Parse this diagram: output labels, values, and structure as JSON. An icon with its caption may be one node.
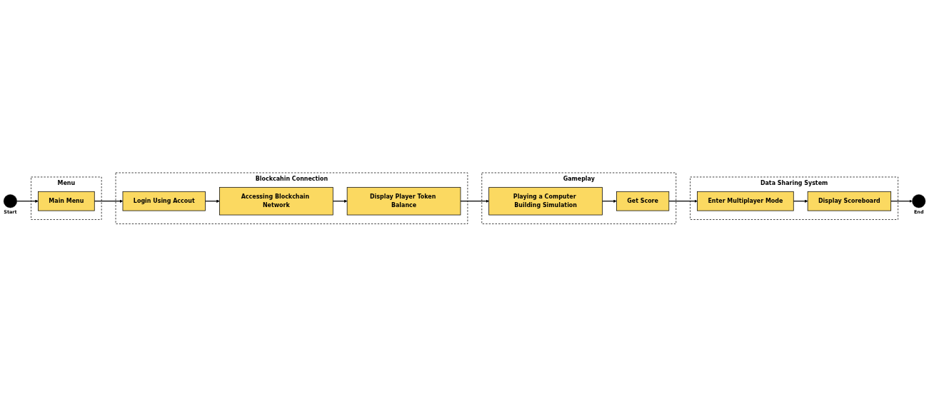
{
  "diagram": {
    "nodes": [
      {
        "text": [],
        "shape": "circle",
        "beside": [
          "Start"
        ]
      },
      {
        "text": [
          "Menu"
        ]
      },
      {
        "text": [
          "Main Menu"
        ],
        "in": 1
      },
      {
        "text": [
          "Blockcahin Connection"
        ]
      },
      {
        "text": [
          "Login Using Accout"
        ],
        "in": 3
      },
      {
        "text": [
          "Accessing Blockchain Network"
        ],
        "in": 3
      },
      {
        "text": [
          "Display Player Token Balance"
        ],
        "in": 3
      },
      {
        "text": [
          "Gameplay"
        ]
      },
      {
        "text": [
          "Playing a Computer Building Simulation"
        ],
        "in": 7
      },
      {
        "text": [
          "Get Score"
        ],
        "in": 7
      },
      {
        "text": [
          "Data Sharing System"
        ]
      },
      {
        "text": [
          "Enter Multiplayer Mode"
        ],
        "in": 10
      },
      {
        "text": [
          "Display Scoreboard"
        ],
        "in": 10
      },
      {
        "text": [],
        "shape": "circle",
        "beside": [
          "End"
        ]
      }
    ],
    "edges": [
      {
        "from": 0,
        "to": 2,
        "arrow": "to"
      },
      {
        "from": 2,
        "to": 4,
        "arrow": "to"
      },
      {
        "from": 4,
        "to": 5,
        "arrow": "to"
      },
      {
        "from": 5,
        "to": 6,
        "arrow": "to"
      },
      {
        "from": 6,
        "to": 8,
        "arrow": "to"
      },
      {
        "from": 8,
        "to": 9,
        "arrow": "to"
      },
      {
        "from": 9,
        "to": 11,
        "arrow": "to"
      },
      {
        "from": 11,
        "to": 12,
        "arrow": "to"
      },
      {
        "from": 12,
        "to": 13,
        "arrow": "to"
      }
    ]
  }
}
